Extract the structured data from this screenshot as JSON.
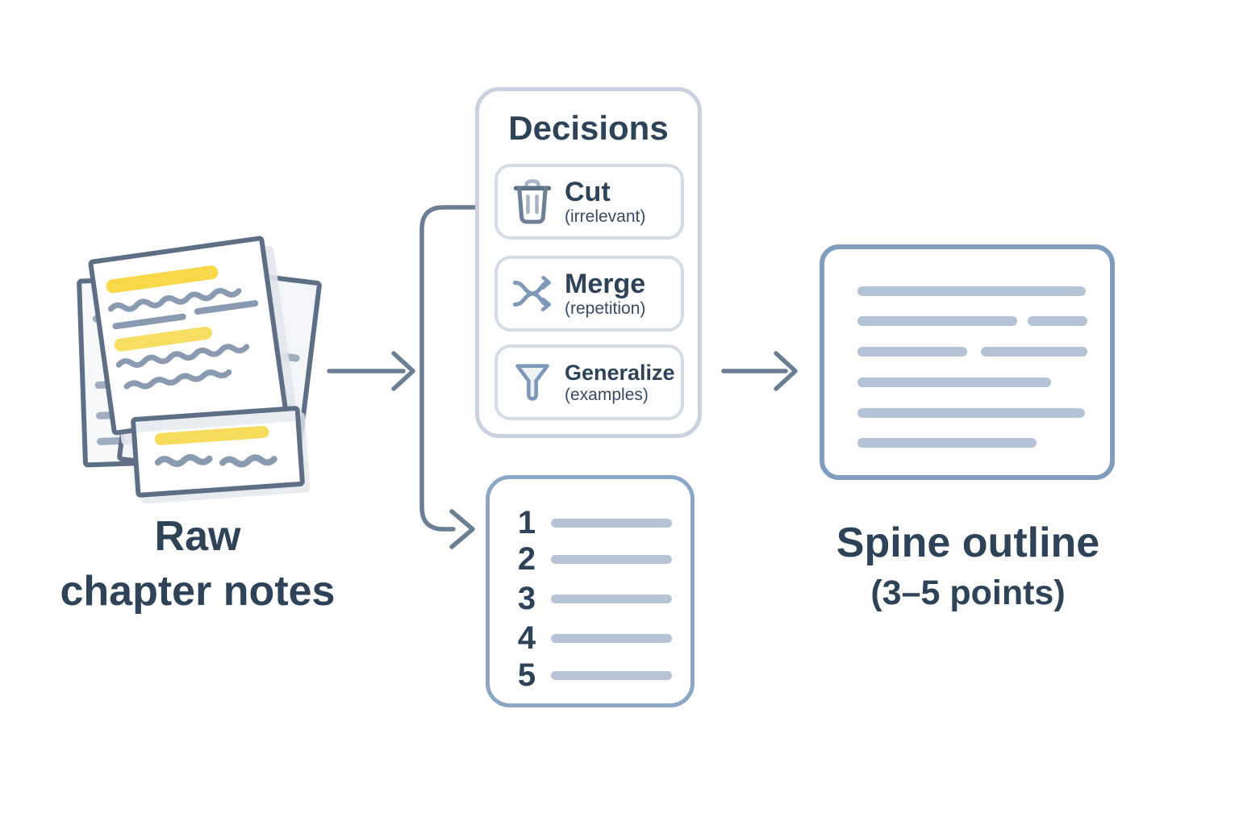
{
  "raw_notes": {
    "label_line1": "Raw",
    "label_line2": "chapter notes"
  },
  "decisions": {
    "title": "Decisions",
    "items": [
      {
        "icon": "trash-icon",
        "label": "Cut",
        "sub": "(irrelevant)"
      },
      {
        "icon": "shuffle-icon",
        "label": "Merge",
        "sub": "(repetition)"
      },
      {
        "icon": "funnel-icon",
        "label": "Generalize",
        "sub": "(examples)"
      }
    ]
  },
  "numbered_list": {
    "items": [
      "1",
      "2",
      "3",
      "4",
      "5"
    ]
  },
  "spine": {
    "label_line1": "Spine outline",
    "label_line2": "(3–5 points)"
  },
  "colors": {
    "text_dark": "#2e4258",
    "arrow": "#6b7e94",
    "decisions_border": "#c9d2de",
    "item_border": "#d6dce5",
    "list_border": "#8ca7c6",
    "outline_border": "#7e9dbf",
    "bar_fill": "#b4c2d5",
    "highlight_yellow": "#f8d748",
    "paper_border": "#5d6e85",
    "squiggle": "#8a9bb1"
  }
}
